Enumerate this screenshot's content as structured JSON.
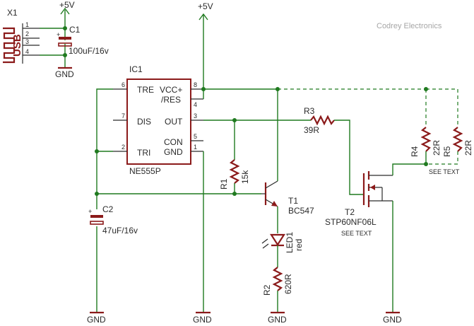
{
  "brand": "Codrey Electronics",
  "labels": {
    "x1": "X1",
    "usb": "USB",
    "usb_pins": [
      "1",
      "2",
      "3",
      "4"
    ],
    "c1": "C1",
    "c1_value": "100uF/16v",
    "c2": "C2",
    "c2_value": "47uF/16v",
    "vcc_left": "+5V",
    "vcc_mid": "+5V",
    "gnd": "GND",
    "ic1": "IC1",
    "ic1_part": "NE555P",
    "ic_pins_left": [
      "TRE",
      "DIS",
      "TRI"
    ],
    "ic_pins_right": [
      "VCC+",
      "/RES",
      "OUT",
      "CON",
      "GND"
    ],
    "ic_pin_numbers": [
      "6",
      "7",
      "2",
      "8",
      "4",
      "3",
      "5",
      "1"
    ],
    "r1": "R1",
    "r1_value": "15k",
    "r2": "R2",
    "r2_value": "620R",
    "r3": "R3",
    "r3_value": "39R",
    "r4": "R4",
    "r4_value": "22R",
    "r5": "R5",
    "r5_value": "22R",
    "t1": "T1",
    "t1_part": "BC547",
    "led1": "LED1",
    "led1_color": "red",
    "t2": "T2",
    "t2_part": "STP60NF06L",
    "see_text": "SEE TEXT"
  },
  "colors": {
    "wire": "#1f7a1f",
    "component": "#8b1a1a",
    "outline": "#2a2a2a",
    "brand": "#a6a6a6"
  }
}
